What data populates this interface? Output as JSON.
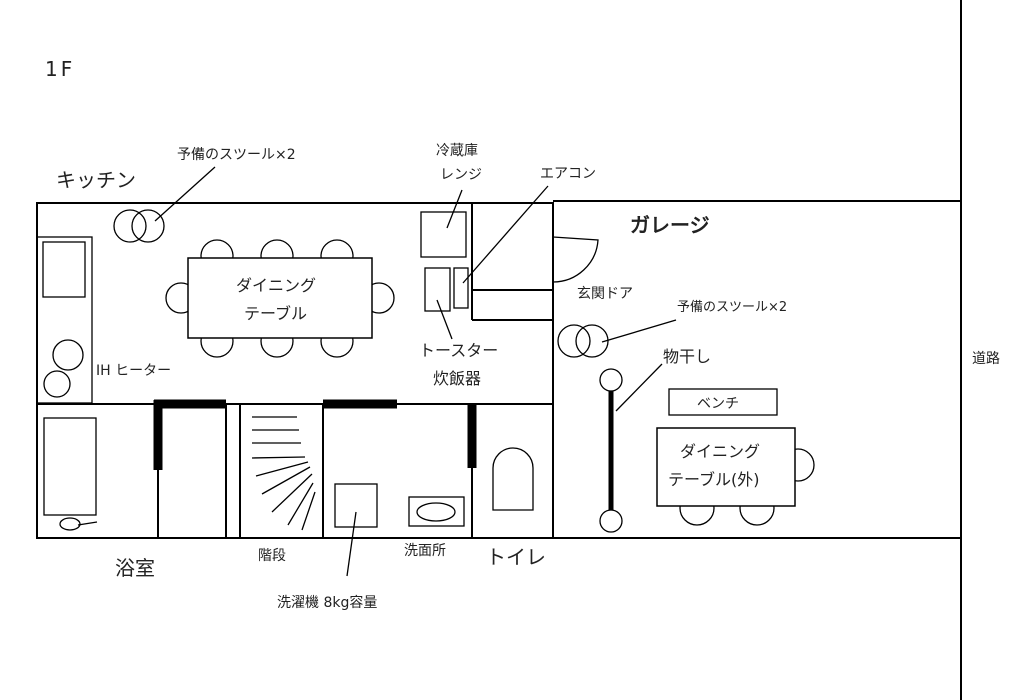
{
  "floor_label": "1F",
  "labels": {
    "kitchen": "キッチン",
    "spare_stools_kitchen": "予備のスツール×2",
    "fridge_line1": "冷蔵庫",
    "fridge_line2": "レンジ",
    "aircon": "エアコン",
    "garage": "ガレージ",
    "dining_line1": "ダイニング",
    "dining_line2": "テーブル",
    "entrance_door": "玄関ドア",
    "spare_stools_garage": "予備のスツール×2",
    "toaster_line1": "トースター",
    "toaster_line2": "炊飯器",
    "ih_heater": "IH ヒーター",
    "clothes_dryer": "物干し",
    "road": "道路",
    "bench": "ベンチ",
    "outdoor_dining_line1": "ダイニング",
    "outdoor_dining_line2": "テーブル(外)",
    "bathroom": "浴室",
    "stairs": "階段",
    "washroom": "洗面所",
    "toilet": "トイレ",
    "washing_machine": "洗濯機 8kg容量"
  }
}
